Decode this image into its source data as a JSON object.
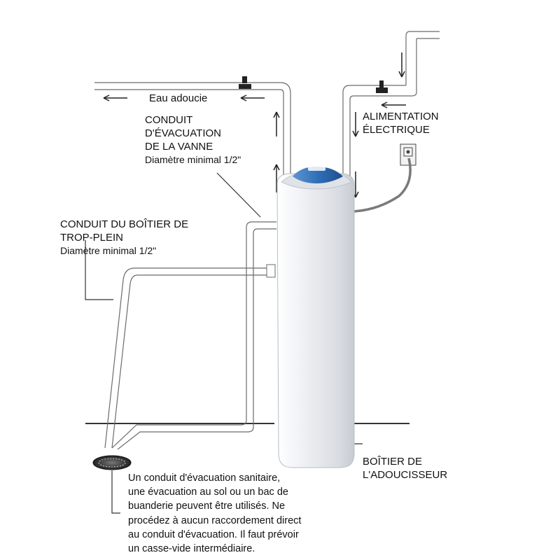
{
  "labels": {
    "soft_water": "Eau adoucie",
    "valve_drain": {
      "line1": "CONDUIT",
      "line2": "D'ÉVACUATION",
      "line3": "DE LA VANNE",
      "line4": "Diamètre minimal 1/2\""
    },
    "power": {
      "line1": "ALIMENTATION",
      "line2": "ÉLECTRIQUE"
    },
    "overflow": {
      "line1": "CONDUIT DU BOÎTIER DE",
      "line2": "TROP-PLEIN",
      "line3": "Diamètre minimal 1/2\""
    },
    "cabinet": {
      "line1": "BOÎTIER DE",
      "line2": "L'ADOUCISSEUR"
    },
    "note": {
      "line1": "Un conduit d'évacuation sanitaire,",
      "line2": "une évacuation au sol ou un bac de",
      "line3": "buanderie peuvent être utilisés. Ne",
      "line4": "procédez à aucun raccordement direct",
      "line5": "au conduit d'évacuation. Il faut prévoir",
      "line6": "un casse-vide intermédiaire."
    }
  },
  "icons": [
    "flow-arrow-icon",
    "electrical-outlet-icon",
    "floor-drain-icon",
    "shutoff-valve-icon"
  ],
  "colors": {
    "cabinet_body": "#e6e8ec",
    "cabinet_lid": "#2f6fb7",
    "pipe_outline": "#6b6b6b",
    "power_cord": "#7a7a7a",
    "text": "#111111"
  }
}
